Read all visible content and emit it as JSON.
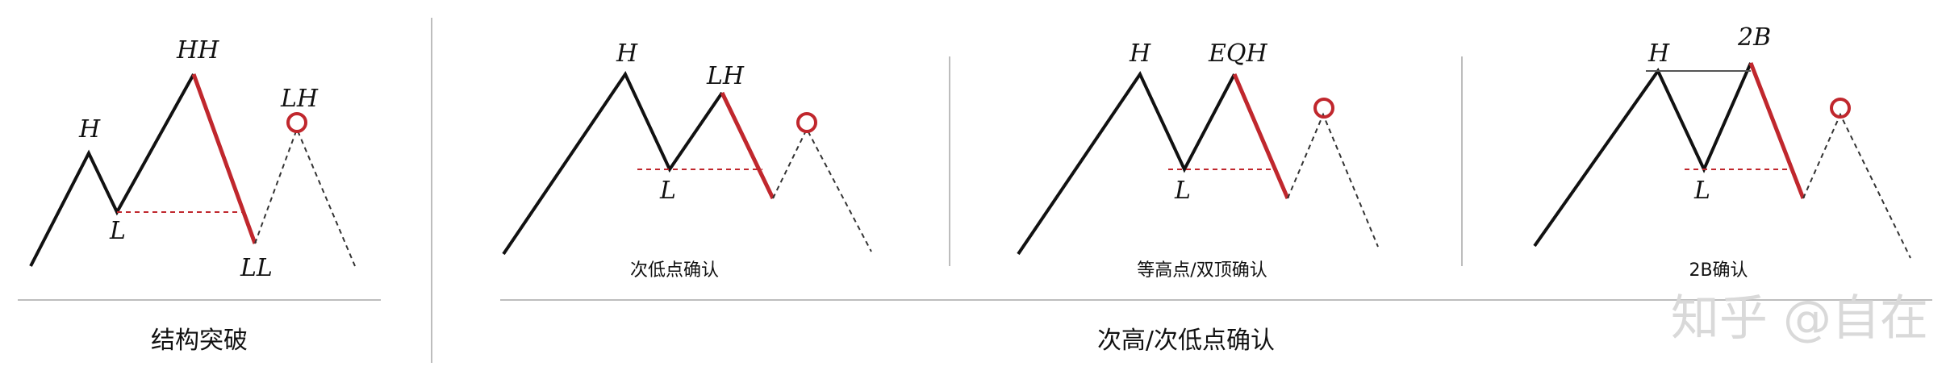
{
  "colors": {
    "line": "#111111",
    "accent": "#c0272d",
    "divider": "#bdbdbd",
    "dashed": "#333333",
    "watermark": "#d9d9d9"
  },
  "panel1": {
    "labels": {
      "h": "H",
      "hh": "HH",
      "l": "L",
      "ll": "LL",
      "lh": "LH"
    },
    "caption": "结构突破"
  },
  "panel2": {
    "labels": {
      "h": "H",
      "lh": "LH",
      "l": "L"
    },
    "caption": "次低点确认"
  },
  "panel3": {
    "labels": {
      "h": "H",
      "eqh": "EQH",
      "l": "L"
    },
    "caption": "等高点/双顶确认"
  },
  "panel4": {
    "labels": {
      "h": "H",
      "b2": "2B",
      "l": "L"
    },
    "caption": "2B确认"
  },
  "group_caption": "次高/次低点确认",
  "watermark": "知乎 @自在"
}
